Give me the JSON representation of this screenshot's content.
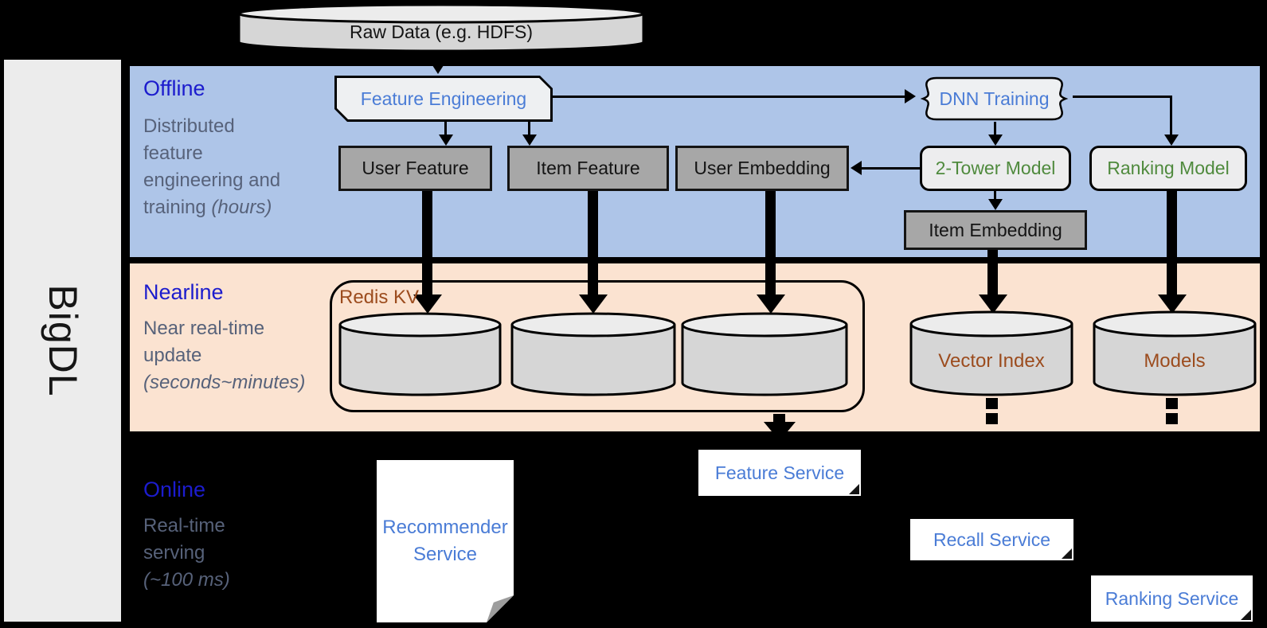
{
  "brand": "BigDL",
  "raw_data_label": "Raw Data (e.g. HDFS)",
  "offline": {
    "title": "Offline",
    "description": "Distributed feature engineering and training ",
    "description_em": "(hours)",
    "feature_engineering": "Feature Engineering",
    "dnn_training": "DNN Training",
    "user_feature": "User Feature",
    "item_feature": "Item Feature",
    "user_embedding": "User Embedding",
    "two_tower_model": "2-Tower Model",
    "ranking_model": "Ranking Model",
    "item_embedding": "Item Embedding"
  },
  "nearline": {
    "title": "Nearline",
    "description": "Near real-time update ",
    "description_em": "(seconds~minutes)",
    "redis_kv": "Redis KV",
    "vector_index": "Vector Index",
    "models": "Models"
  },
  "online": {
    "title": "Online",
    "description": "Real-time serving ",
    "description_em": "(~100 ms)",
    "recommender_service_line1": "Recommender",
    "recommender_service_line2": "Service",
    "feature_service": "Feature Service",
    "recall_service": "Recall Service",
    "ranking_service": "Ranking Service"
  },
  "colors": {
    "section_title": "#1c1ccd",
    "description_text": "#57627a",
    "process_text": "#4a7cd6",
    "model_text": "#4f8a3d",
    "storage_text": "#9c4c1e",
    "offline_band": "#aec5e8",
    "nearline_band": "#fbe3d1",
    "feature_box": "#a7a7a7",
    "process_box": "#eef0f2",
    "cylinder_body": "#d6d6d6"
  }
}
